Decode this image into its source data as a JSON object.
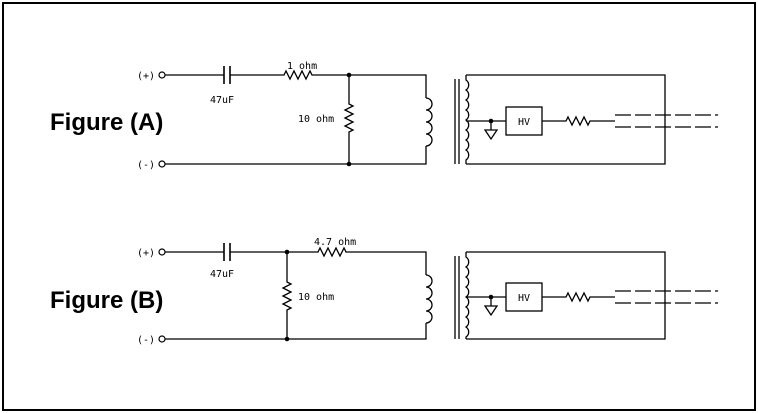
{
  "figure_a": {
    "title": "Figure (A)",
    "pos_terminal": "(+)",
    "neg_terminal": "(-)",
    "capacitor": "47uF",
    "series_resistor": "1 ohm",
    "shunt_resistor": "10 ohm",
    "hv_box": "HV"
  },
  "figure_b": {
    "title": "Figure (B)",
    "pos_terminal": "(+)",
    "neg_terminal": "(-)",
    "capacitor": "47uF",
    "series_resistor": "4.7 ohm",
    "shunt_resistor": "10 ohm",
    "hv_box": "HV"
  }
}
